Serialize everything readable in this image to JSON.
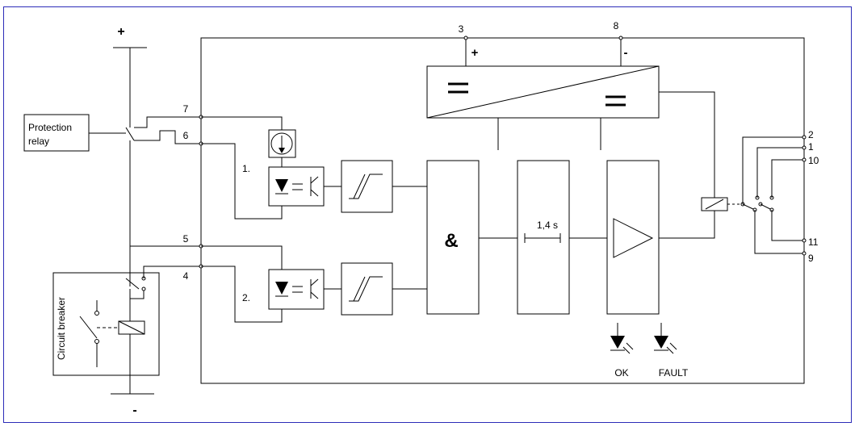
{
  "supply": {
    "plus": "+",
    "minus": "-"
  },
  "relay_box_label": [
    "Protection",
    "relay"
  ],
  "breaker_label": "Circuit breaker",
  "terminals": {
    "t3": "3",
    "t8": "8",
    "t7": "7",
    "t6": "6",
    "t5": "5",
    "t4": "4",
    "t2": "2",
    "t1": "1",
    "t10": "10",
    "t11": "11",
    "t9": "9"
  },
  "converter_polarity": {
    "plus": "+",
    "minus": "-"
  },
  "channel_labels": {
    "ch1": "1.",
    "ch2": "2."
  },
  "and_gate": "&",
  "delay": "1,4 s",
  "leds": {
    "ok": "OK",
    "fault": "FAULT"
  }
}
